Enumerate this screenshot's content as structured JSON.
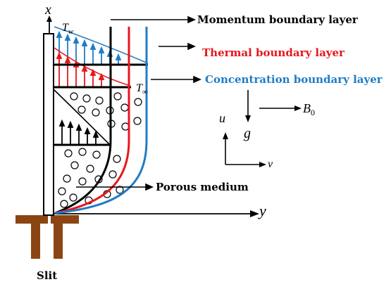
{
  "labels": {
    "axis_x": "x",
    "axis_y": "y",
    "wall_temp": "T",
    "wall_temp_sub": "w",
    "ambient_temp": "T",
    "ambient_temp_sub": "∞",
    "momentum_bl": "Momentum boundary layer",
    "thermal_bl": "Thermal boundary layer",
    "concentration_bl": "Concentration boundary layer",
    "porous_medium": "Porous medium",
    "slit": "Slit",
    "velocity_u": "u",
    "velocity_v": "v",
    "gravity": "g",
    "magnetic_field": "B",
    "magnetic_field_sub": "0"
  },
  "colors": {
    "momentum": "#000000",
    "thermal": "#e8161c",
    "concentration": "#1f7cc4",
    "slit": "#8b4513",
    "text_black": "#000000"
  }
}
